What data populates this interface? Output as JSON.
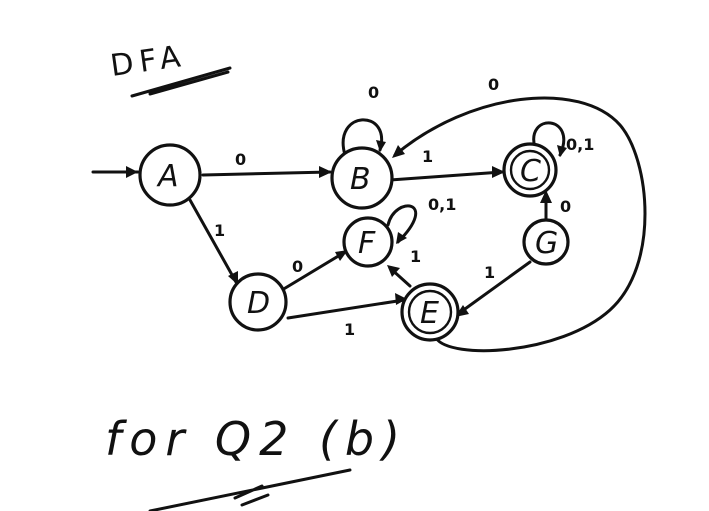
{
  "title": "DFA",
  "footer": "for Q2 (b)",
  "states": [
    {
      "id": "A",
      "label": "A",
      "accepting": false
    },
    {
      "id": "B",
      "label": "B",
      "accepting": false
    },
    {
      "id": "C",
      "label": "C",
      "accepting": true
    },
    {
      "id": "D",
      "label": "D",
      "accepting": false
    },
    {
      "id": "E",
      "label": "E",
      "accepting": true
    },
    {
      "id": "F",
      "label": "F",
      "accepting": false
    },
    {
      "id": "G",
      "label": "G",
      "accepting": false
    }
  ],
  "start_state": "A",
  "transitions": [
    {
      "from": "A",
      "to": "B",
      "label": "0"
    },
    {
      "from": "A",
      "to": "D",
      "label": "1"
    },
    {
      "from": "B",
      "to": "B",
      "label": "0"
    },
    {
      "from": "B",
      "to": "C",
      "label": "1"
    },
    {
      "from": "C",
      "to": "C",
      "label": "0,1"
    },
    {
      "from": "D",
      "to": "F",
      "label": "0"
    },
    {
      "from": "D",
      "to": "E",
      "label": "1"
    },
    {
      "from": "E",
      "to": "F",
      "label": "1"
    },
    {
      "from": "E",
      "to": "B",
      "label": "0"
    },
    {
      "from": "F",
      "to": "F",
      "label": "0,1"
    },
    {
      "from": "G",
      "to": "C",
      "label": "0"
    },
    {
      "from": "G",
      "to": "E",
      "label": "1"
    }
  ]
}
